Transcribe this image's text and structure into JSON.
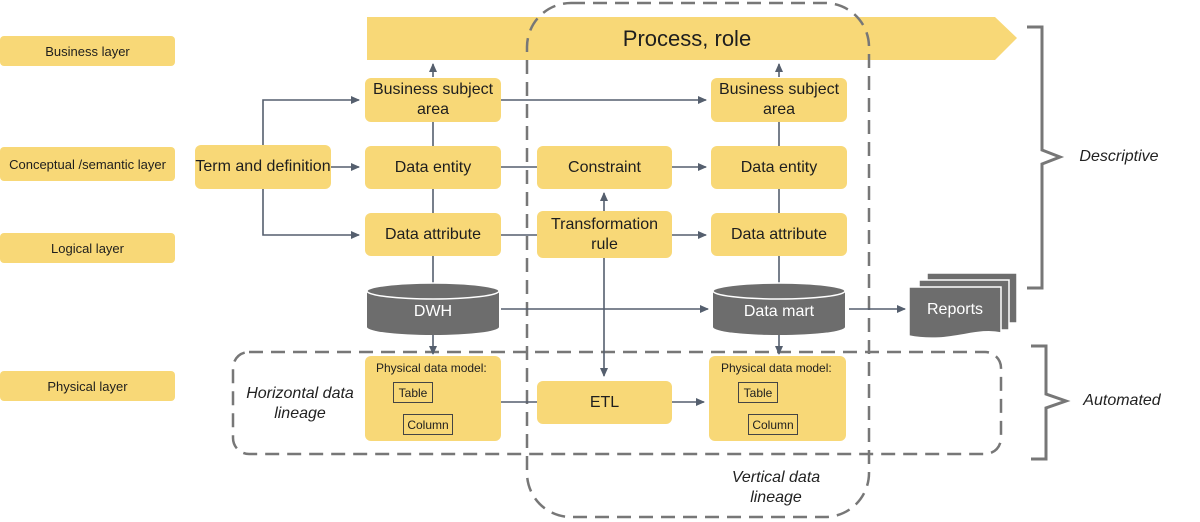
{
  "layers": {
    "business": "Business layer",
    "conceptual": "Conceptual /semantic layer",
    "logical": "Logical layer",
    "physical": "Physical layer"
  },
  "banner": "Process, role",
  "nodes": {
    "term": "Term and definition",
    "bsa_left": "Business subject area",
    "bsa_right": "Business subject area",
    "entity_left": "Data entity",
    "entity_right": "Data entity",
    "constraint": "Constraint",
    "attr_left": "Data attribute",
    "attr_right": "Data attribute",
    "transform": "Transformation rule",
    "etl": "ETL",
    "dwh": "DWH",
    "datamart": "Data mart",
    "reports": "Reports"
  },
  "pdm": {
    "title": "Physical data model:",
    "table": "Table",
    "column": "Column"
  },
  "labels": {
    "horizontal": "Horizontal data lineage",
    "vertical": "Vertical data lineage",
    "descriptive": "Descriptive",
    "automated": "Automated"
  },
  "colors": {
    "box": "#f8d877",
    "database": "#6d6d6d",
    "connector": "#555f6e",
    "dashed": "#777777"
  }
}
